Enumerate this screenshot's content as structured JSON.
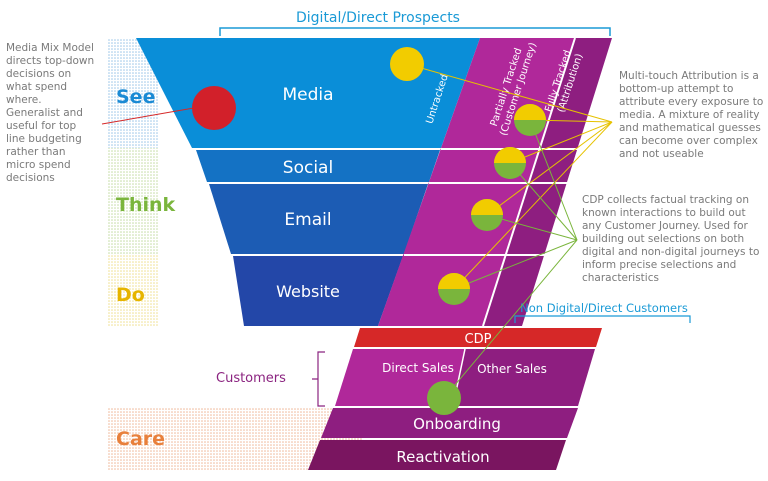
{
  "header": {
    "title": "Digital/Direct Prospects"
  },
  "stages": {
    "see": "See",
    "think": "Think",
    "do": "Do",
    "care": "Care"
  },
  "funnel": {
    "media": "Media",
    "social": "Social",
    "email": "Email",
    "website": "Website"
  },
  "tracking": {
    "untracked": "Untracked",
    "partially_line1": "Partially Tracked",
    "partially_line2": "(Customer Journey)",
    "fully_line1": "Fully Tracked",
    "fully_line2": "(Attribution)"
  },
  "customers_section": {
    "non_digital_title": "Non Digital/Direct Customers",
    "cdp": "CDP",
    "direct_sales": "Direct Sales",
    "other_sales": "Other Sales",
    "onboarding": "Onboarding",
    "reactivation": "Reactivation",
    "customers_label": "Customers"
  },
  "notes": {
    "mmm": "Media Mix Model directs top-down decisions on what spend where. Generalist and useful for top line budgeting rather than micro spend decisions",
    "mta": "Multi-touch Attribution is a bottom-up attempt to attribute every exposure to media. A mixture of reality and mathematical guesses can become over complex and not useable",
    "cdp": "CDP collects factual tracking on known interactions to build out any Customer Journey.  Used for building out selections on both digital and non-digital journeys to inform precise selections and characteristics"
  },
  "colors": {
    "media": "#0a8ed8",
    "social": "#1472c4",
    "email": "#1c5cb4",
    "website": "#2347a8",
    "magenta": "#b0289a",
    "purple": "#8e1e80",
    "dark_purple": "#7a1560",
    "cdp_red": "#d62828",
    "see_blue": "#1a8ad4",
    "think_green": "#7ab53c",
    "do_yellow": "#e6b400",
    "care_orange": "#e8803c",
    "customers_purple": "#8b2480",
    "header_blue": "#1a9ad6"
  }
}
